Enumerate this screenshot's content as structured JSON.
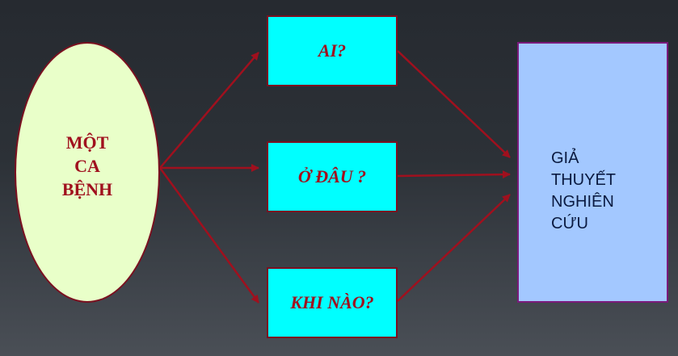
{
  "diagram": {
    "source": {
      "lines": [
        "MỘT",
        "CA",
        "BỆNH"
      ]
    },
    "questions": [
      {
        "label": "AI?"
      },
      {
        "label": "Ở ĐÂU ?"
      },
      {
        "label": "KHI NÀO?"
      }
    ],
    "result": {
      "lines": [
        "GIẢ",
        "THUYẾT",
        "NGHIÊN",
        "CỨU"
      ]
    },
    "colors": {
      "arrow": "#a0101e",
      "source_fill": "#e9ffc9",
      "question_fill": "#00ffff",
      "result_fill": "#a3c8ff",
      "label_text": "#a0101e"
    }
  }
}
